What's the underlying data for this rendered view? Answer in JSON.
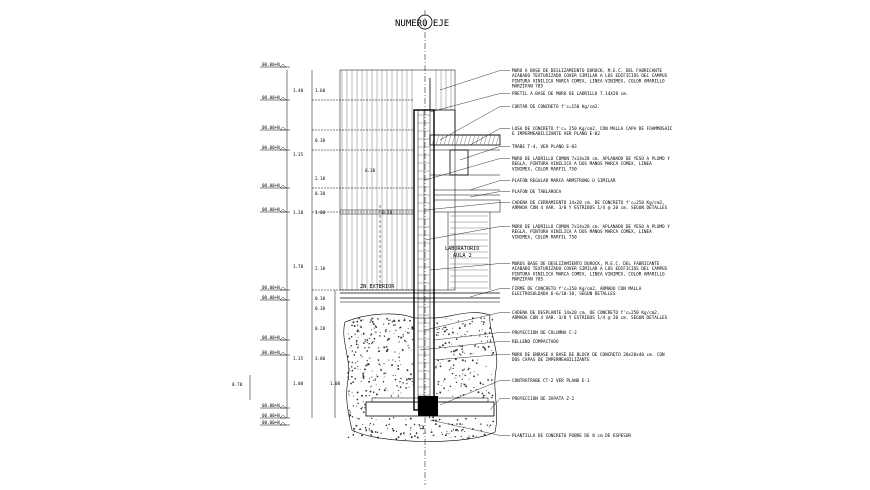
{
  "header": {
    "axis_label": "NUMERO EJE"
  },
  "levels": [
    "00.00+N",
    "00.00+N",
    "00.00+N",
    "00.00+N",
    "00.00+N",
    "00.00+N",
    "00.00+N",
    "00.00+N",
    "00.00+N",
    "00.00+N",
    "00.00+N",
    "00.00+N",
    "00.00+N"
  ],
  "dimensions": {
    "outer": [
      "1.40",
      "1.35",
      "1.20",
      "1.78",
      "1.35",
      "1.00"
    ],
    "inner": [
      "1.60",
      "0.30",
      "2.10",
      "0.30",
      "1.00",
      "2.10",
      "0.30",
      "0.30",
      "0.20",
      "3.00"
    ],
    "left_small": "0.70",
    "small_labels": [
      "0.30",
      "0.20",
      "1.00"
    ]
  },
  "rooms": {
    "exterior": "ZN EXTERIOR",
    "interior_1": "LABORATORIO",
    "interior_2": "AULA 2"
  },
  "notes": [
    "MURO A BASE DE DESLIZAMIENTO DUROCK, M.E.C. DEL FABRICANTE ACABADO TEXTURIZADO COVER SIMILAR A LOS EDIFICIOS DEL CAMPUS PINTURA VINILICA MARCA COMEX, LINEA VINIMEX, COLOR AMARILLO MARZIPAN 785",
    "PRETIL A BASE DE MURO DE LADRILLO 7.14X28 cm.",
    "CORTAR DE CONCRETO f'c=150 Kg/cm2.",
    "LOSA DE CONCRETO f'c= 250 Kg/cm2, CON MALLA CAPA DE FOAMMOSAIC E IMPERMEABILIZANTE VER PLANO E-02",
    "TRABE T-4, VER PLANO E-03",
    "MURO DE LADRILLO COMUN 7x14x28 cm. APLANADO DE YESO A PLOMO Y REGLA, PINTURA VINILICA A DOS MANOS MARCA COMEX, LINEA VINIMEX, COLOR MARFIL 750",
    "PLAFON REGULAR MARCA ARMSTRONG O SIMILAR",
    "PLAFON DE TABLAROCA",
    "CADENA DE CERRAMIENTO 14x20 cm. DE CONCRETO f'c=250 Kg/cm2, ARMADA CON 4 VAR. 3/8 Y ESTRIBOS 1/4 @ 20 cm. SEGUN DETALLES",
    "MURO DE LADRILLO COMUN 7x14x28 cm. APLANADO DE YESO A PLOMO Y REGLA, PINTURA VINILICA A DOS MANOS MARCA COMEX, LINEA VINIMEX, COLOR MARFIL 750",
    "MUROS BASE DE DESLIZAMIENTO DUROCK, M.E.C. DEL FABRICANTE ACABADO TEXTURIZADO COVER SIMILAR A LOS EDIFICIOS DEL CAMPUS PINTURA VINILICA MARCA COMEX, LINEA VINIMEX, COLOR AMARILLO MARZIPAN 785",
    "FIRME DE CONCRETO f'c=150 Kg/cm2, ARMADO CON MALLA ELECTROSOLDADA 6-6/10-10, SEGUN DETALLES",
    "CADENA DE DESPLANTE 14x20 cm. DE CONCRETO f'c=250 Kg/cm2, ARMADA CON 4 VAR. 3/8 Y ESTRIBOS 1/4 @ 20 cm. SEGUN DETALLES",
    "PROYECCION DE COLUMNA C-2",
    "RELLENO COMPACTADO",
    "MURO DE ENRASE A BASE DE BLOCK DE CONCRETO 20x20x40 cm. CON DOS CAPAS DE IMPERMEABILIZANTE",
    "CONTRATRABE CT-2 VER PLANO E-1",
    "PROYECCION DE ZAPATA Z-2",
    "PLANTILLA DE CONCRETO POBRE DE 8 cm DE ESPESOR"
  ],
  "palette": {
    "line": "#000000",
    "background": "#ffffff",
    "hatch": "#444444"
  }
}
